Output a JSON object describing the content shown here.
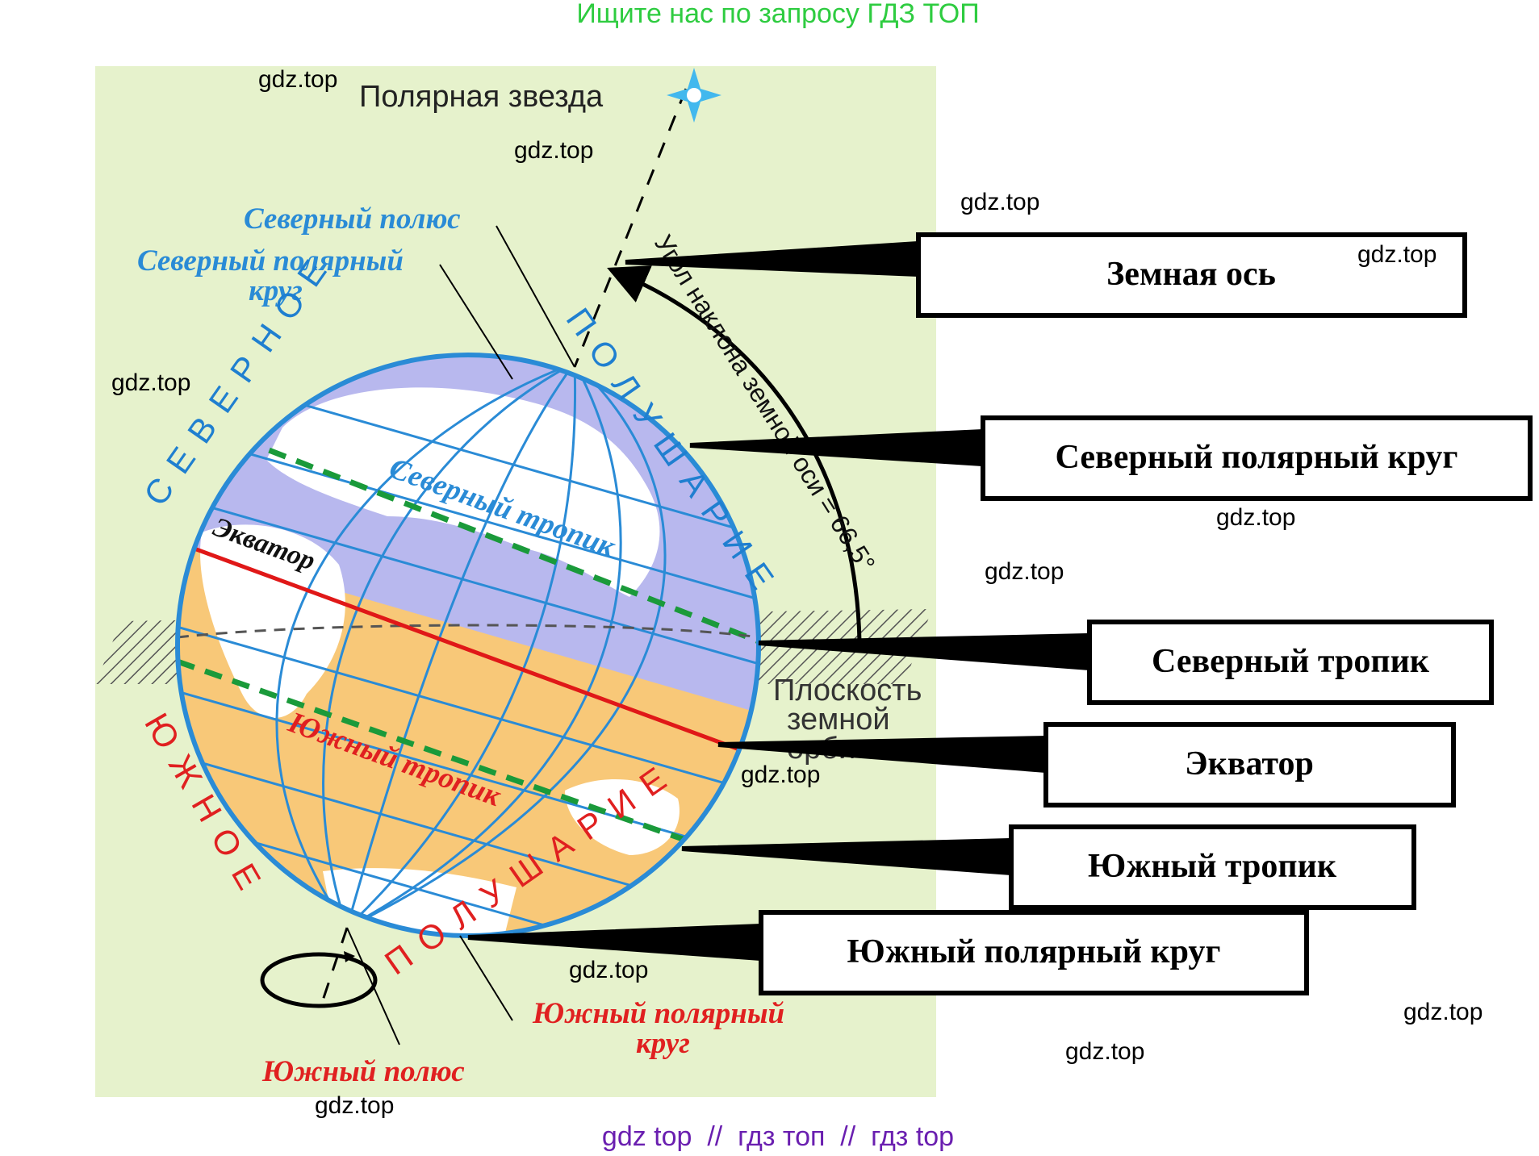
{
  "header": {
    "top_text": "Ищите нас по запросу ГДЗ ТОП",
    "bottom_text": "gdz top  //  гдз топ  //  гдз top",
    "top_color": "#2ecc40",
    "bottom_color": "#6a1fb0"
  },
  "figure": {
    "polar_star": "Полярная звезда",
    "north_pole": "Северный полюс",
    "north_polar_circle_l1": "Северный полярный",
    "north_polar_circle_l2": "круг",
    "northern_tropic": "Северный тропик",
    "equator": "Экватор",
    "southern_tropic": "Южный тропик",
    "south_polar_circle_l1": "Южный полярный",
    "south_polar_circle_l2": "круг",
    "south_pole": "Южный полюс",
    "north_hemi_1": "СЕВЕРНОЕ",
    "north_hemi_2": "ПОЛУШАРИЕ",
    "south_hemi_1": "ЮЖНОЕ",
    "south_hemi_2": "ПОЛУШАРИЕ",
    "axis_angle": "Угол наклона земной оси = 66,5°",
    "orbit_plane_l1": "Плоскость",
    "orbit_plane_l2": "земной",
    "orbit_plane_l3": "орбиты",
    "colors": {
      "background": "#e6f2cc",
      "north_globe": "#b8b8ee",
      "south_globe": "#f8c878",
      "grid": "#2a8bd6",
      "equator_line": "#e01818",
      "tropic_line": "#1a9a3a"
    }
  },
  "labels": {
    "earth_axis": "Земная ось",
    "north_polar_circle": "Северный полярный круг",
    "north_tropic": "Северный тропик",
    "equator": "Экватор",
    "south_tropic": "Южный тропик",
    "south_polar_circle": "Южный полярный круг"
  },
  "watermark": "gdz.top"
}
